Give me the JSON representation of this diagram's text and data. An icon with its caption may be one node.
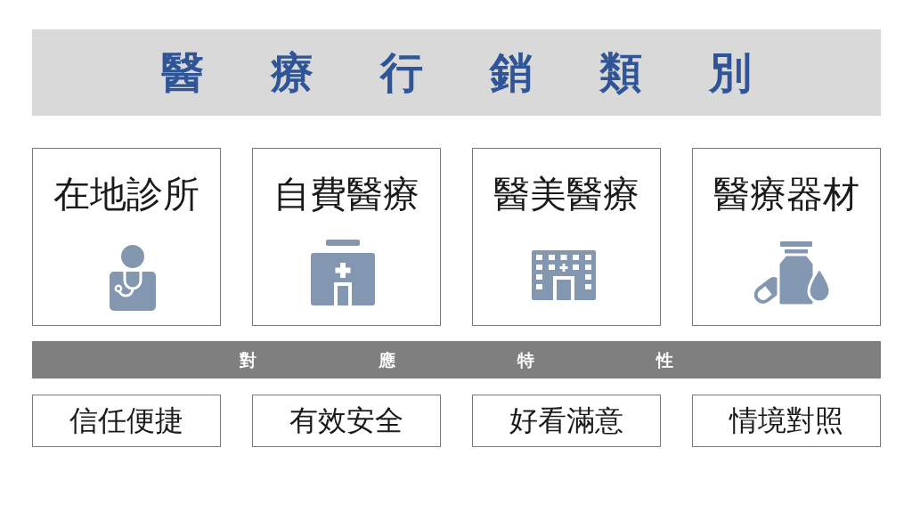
{
  "diagram": {
    "title": "醫療行銷類別",
    "nodes": [
      {
        "text": [
          "在地診所"
        ]
      },
      {
        "text": [
          "自費醫療"
        ]
      },
      {
        "text": [
          "醫美醫療"
        ]
      },
      {
        "text": [
          "醫療器材"
        ]
      },
      {
        "text": [
          "對應特性"
        ]
      },
      {
        "text": [
          "信任便捷"
        ]
      },
      {
        "text": [
          "有效安全"
        ]
      },
      {
        "text": [
          "好看滿意"
        ]
      },
      {
        "text": [
          "情境對照"
        ]
      }
    ]
  }
}
